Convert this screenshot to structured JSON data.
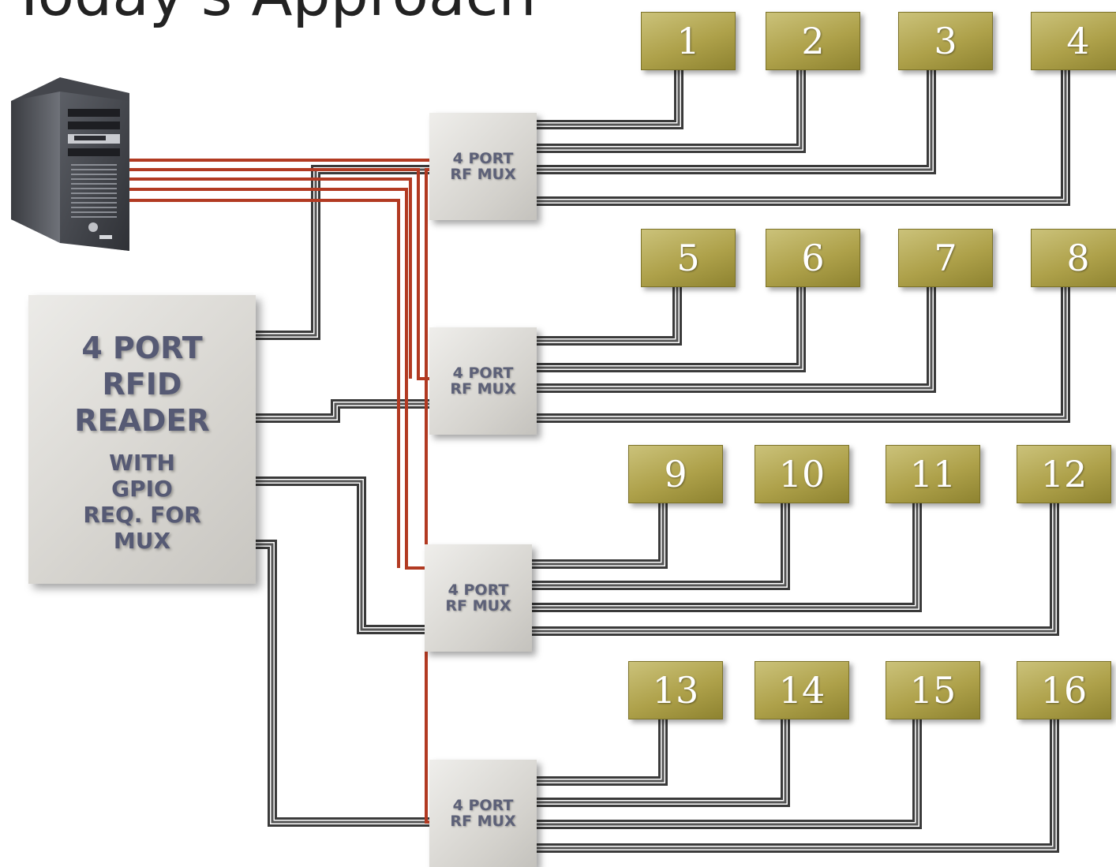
{
  "title": "Today's Approach",
  "reader": {
    "main_label": "4 PORT\nRFID\nREADER",
    "sub_label": "WITH\nGPIO\nREQ. FOR\nMUX"
  },
  "mux_label": "4 PORT\nRF MUX",
  "muxes": [
    {
      "id": "mux-1",
      "label": "4 PORT\nRF MUX"
    },
    {
      "id": "mux-2",
      "label": "4 PORT\nRF MUX"
    },
    {
      "id": "mux-3",
      "label": "4 PORT\nRF MUX"
    },
    {
      "id": "mux-4",
      "label": "4 PORT\nRF MUX"
    }
  ],
  "antennas": [
    "1",
    "2",
    "3",
    "4",
    "5",
    "6",
    "7",
    "8",
    "9",
    "10",
    "11",
    "12",
    "13",
    "14",
    "15",
    "16"
  ],
  "colors": {
    "gpio_wire": "#b23a22",
    "rf_cable": "#3a3a3a",
    "antenna_fill": "#aea14a",
    "box_fill": "#d6d4cf",
    "label_text": "#565a74"
  },
  "icons": {
    "server": "tower-server-icon"
  }
}
